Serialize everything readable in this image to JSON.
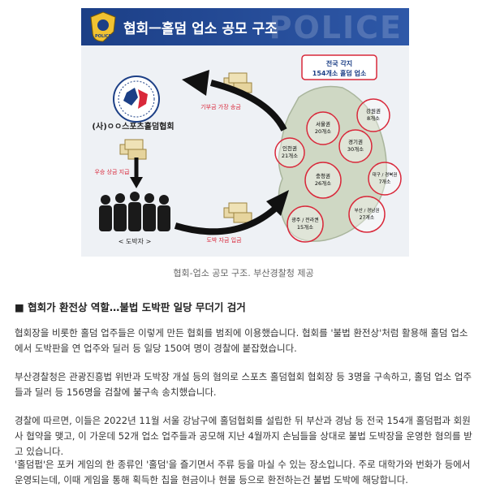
{
  "figure": {
    "title": "협회ㅡ홀덤 업소 공모 구조",
    "watermark": "POLICE",
    "badge_text": "POLICE",
    "assoc_label": "(사)ㅇㅇ스포츠홀덤협회",
    "gamblers_label": "< 도박자 >",
    "arrow_donation": "기부금 가장 송금",
    "arrow_prize": "우승 상금 지급",
    "arrow_gamble": "도박 자금 입금",
    "callout_line1": "전국 각지",
    "callout_line2": "154개소 홀덤 업소",
    "regions": [
      {
        "name": "서울권",
        "count": "20개소"
      },
      {
        "name": "강원권",
        "count": "8개소"
      },
      {
        "name": "경기권",
        "count": "30개소"
      },
      {
        "name": "인천권",
        "count": "21개소"
      },
      {
        "name": "충청권",
        "count": "26개소"
      },
      {
        "name": "대구 / 경북권",
        "count": "7개소"
      },
      {
        "name": "부산 / 경남권",
        "count": "27개소"
      },
      {
        "name": "광주 / 전라권",
        "count": "15개소"
      }
    ],
    "colors": {
      "banner": "#1c3f86",
      "circle": "#d9283a",
      "callout_border": "#d9283a",
      "land": "#cfd8c4"
    }
  },
  "caption": "협회-업소 공모 구조. 부산경찰청 제공",
  "section_heading": "■ 협회가 환전상 역할…불법 도박판 일당 무더기 검거",
  "paragraphs": [
    "협회장을 비롯한 홀덤 업주들은 이렇게 만든 협회를 범죄에 이용했습니다. 협회를 '불법 환전상'처럼 활용해 홀덤 업소에서 도박판을 연 업주와 딜러 등 일당 150여 명이 경찰에 붙잡혔습니다.",
    "부산경찰청은 관광진흥법 위반과 도박장 개설 등의 혐의로 스포츠 홀덤협회 협회장 등 3명을 구속하고, 홀덤 업소 업주들과 딜러 등 156명을 검찰에 불구속 송치했습니다.",
    "경찰에 따르면, 이들은 2022년 11월 서울 강남구에 홀덤협회를 설립한 뒤 부산과 경남 등 전국 154개 홀덤펍과 회원사 협약을 맺고, 이 가운데 52개 업소 업주들과 공모해 지난 4월까지 손님들을 상대로 불법 도박장을 운영한 혐의를 받고 있습니다.",
    "'홀덤펍'은 포커 게임의 한 종류인 '홀덤'을 즐기면서 주류 등을 마실 수 있는 장소입니다. 주로 대학가와 번화가 등에서 운영되는데, 이때 게임을 통해 획득한 칩을 현금이나 현물 등으로 환전하는건 불법 도박에 해당합니다."
  ]
}
